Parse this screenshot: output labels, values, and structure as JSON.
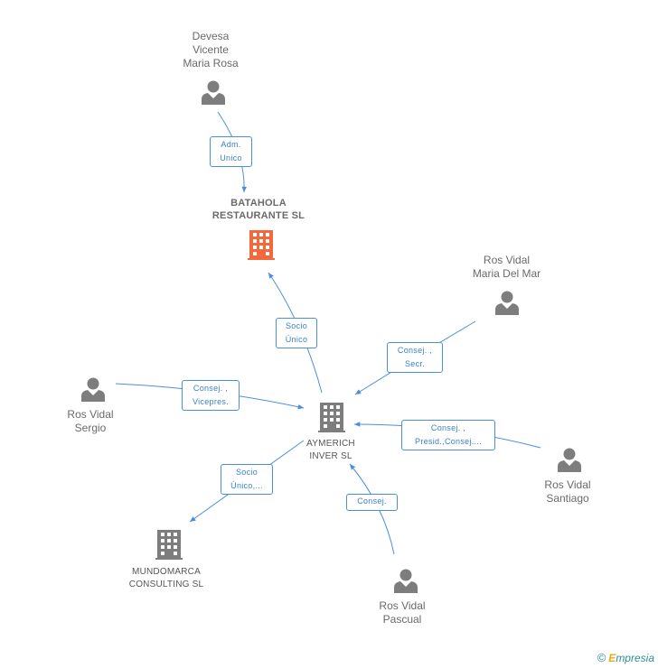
{
  "colors": {
    "edge": "#4a8fdc",
    "person_icon": "#7d7d7d",
    "company_icon": "#7d7d7d",
    "main_company_icon": "#f26a3c"
  },
  "nodes": {
    "devesa": {
      "lines": [
        "Devesa",
        "Vicente",
        "Maria Rosa"
      ],
      "icon": "person-icon"
    },
    "batahola": {
      "lines": [
        "BATAHOLA",
        "RESTAURANTE SL"
      ],
      "icon": "building-icon"
    },
    "maria_del_mar": {
      "lines": [
        "Ros Vidal",
        "Maria Del Mar"
      ],
      "icon": "person-icon"
    },
    "sergio": {
      "lines": [
        "Ros Vidal",
        "Sergio"
      ],
      "icon": "person-icon"
    },
    "aymerich": {
      "lines": [
        "AYMERICH",
        "INVER SL"
      ],
      "icon": "building-icon"
    },
    "santiago": {
      "lines": [
        "Ros Vidal",
        "Santiago"
      ],
      "icon": "person-icon"
    },
    "mundomarca": {
      "lines": [
        "MUNDOMARCA",
        "CONSULTING SL"
      ],
      "icon": "building-icon"
    },
    "pascual": {
      "lines": [
        "Ros Vidal",
        "Pascual"
      ],
      "icon": "person-icon"
    }
  },
  "edges": {
    "devesa_batahola": [
      "Adm.",
      "Unico"
    ],
    "aymerich_batahola": [
      "Socio",
      "Único"
    ],
    "maria_aymerich": [
      "Consej. ,",
      "Secr."
    ],
    "sergio_aymerich": [
      "Consej. ,",
      "Vicepres."
    ],
    "santiago_aymerich": [
      "Consej. ,",
      "Presid.,Consej...."
    ],
    "aymerich_mundomarca": [
      "Socio",
      "Único,..."
    ],
    "pascual_aymerich": [
      "Consej."
    ]
  },
  "footer": {
    "copyright": "©",
    "brand_initial": "E",
    "brand_rest": "mpresia"
  }
}
